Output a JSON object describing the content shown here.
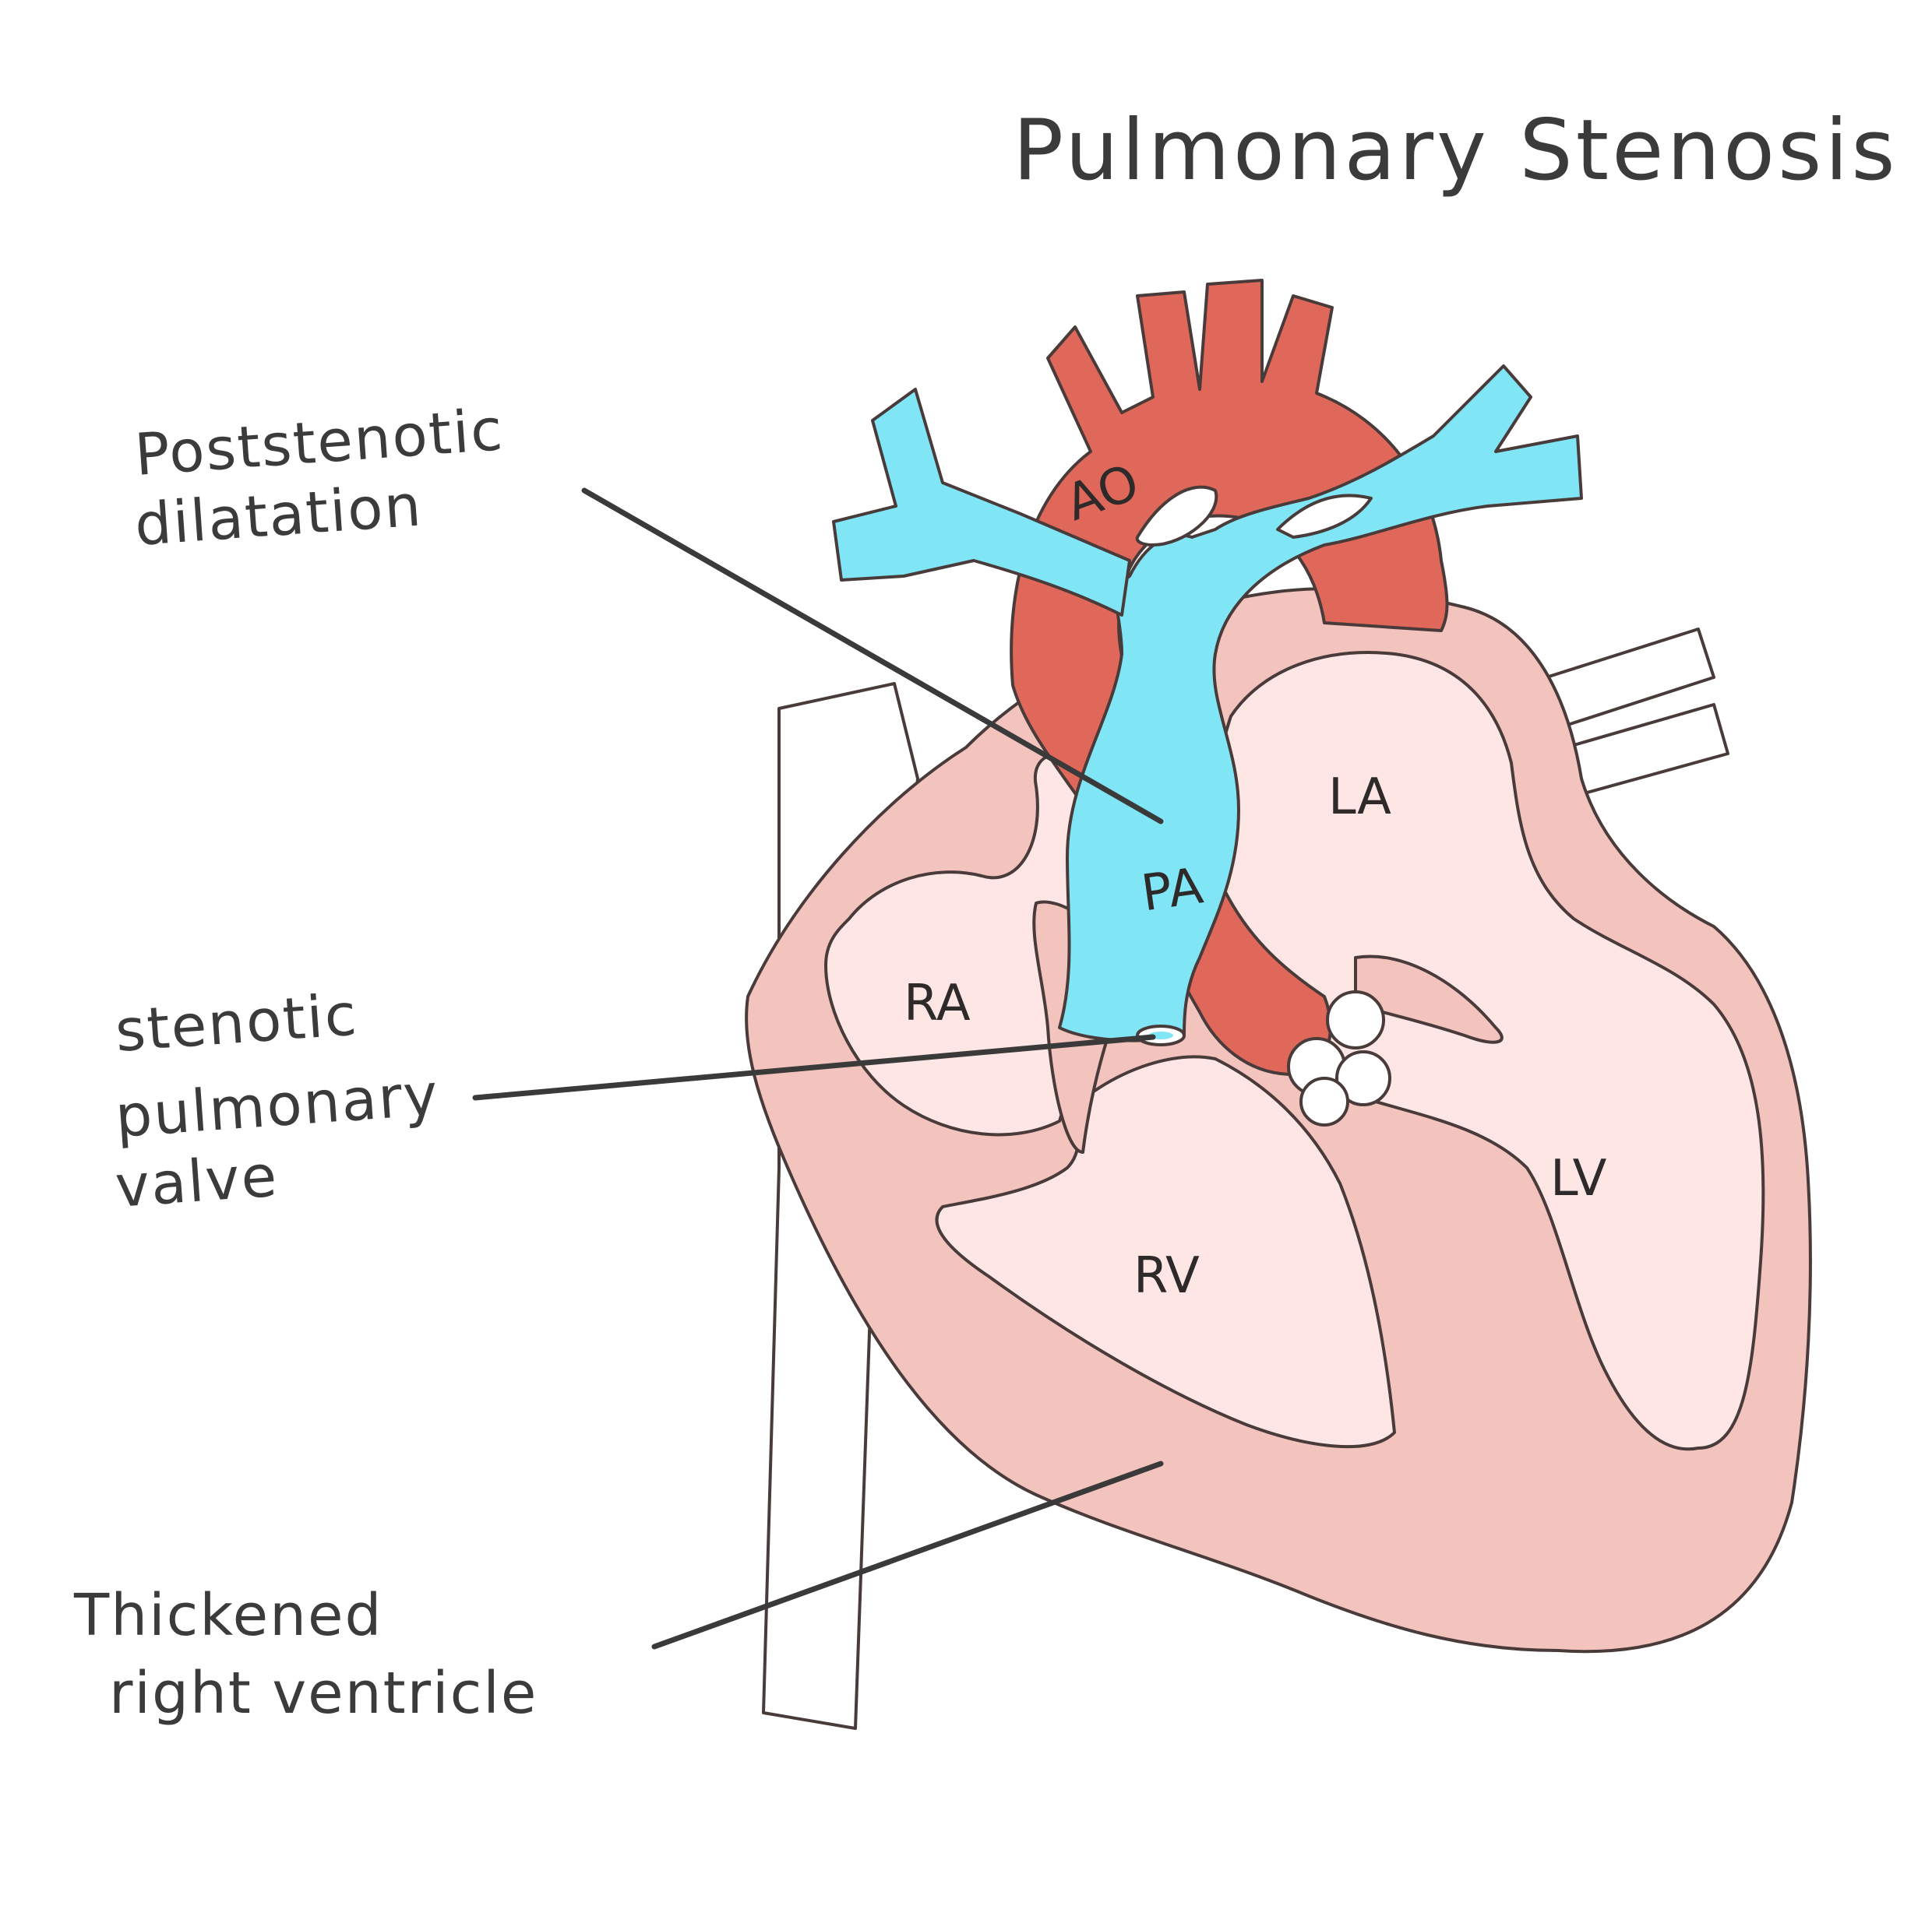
{
  "title": "Pulmonary Stenosis",
  "labels": {
    "ao": "AO",
    "pa": "PA",
    "la": "LA",
    "ra": "RA",
    "lv": "LV",
    "rv": "RV"
  },
  "callouts": {
    "poststenotic": [
      "Poststenotic",
      "dilatation"
    ],
    "stenotic_valve": [
      "stenotic",
      "pulmonary",
      "valve"
    ],
    "thickened_rv": [
      "Thickened",
      "right ventricle"
    ]
  },
  "colors": {
    "aorta": "#e0685a",
    "pulmonary": "#80e6f6",
    "myocardium": "#f3c3be",
    "chamber": "#fde6e3",
    "vessel_outline": "#4a3b3b",
    "vena_cava": "#ffffff"
  }
}
